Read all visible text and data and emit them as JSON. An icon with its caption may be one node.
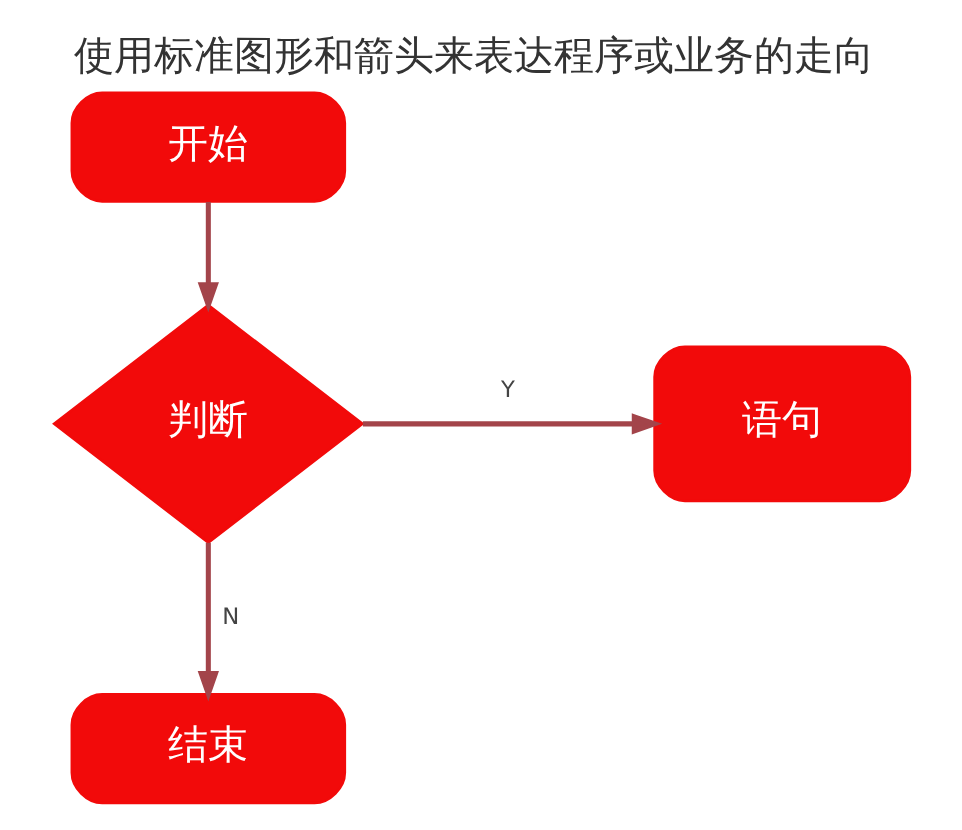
{
  "diagram": {
    "title": "使用标准图形和箭头来表达程序或业务的走向",
    "nodes": [
      {
        "text": [
          "开始"
        ]
      },
      {
        "text": [
          "判断"
        ]
      },
      {
        "text": [
          "语句"
        ]
      },
      {
        "text": [
          "结束"
        ]
      }
    ],
    "edges": [
      {
        "from": 0,
        "to": 1,
        "arrow": "to"
      },
      {
        "from": 1,
        "to": 2,
        "arrow": "to",
        "label": "Y"
      },
      {
        "from": 1,
        "to": 3,
        "arrow": "to",
        "label": "N"
      }
    ]
  }
}
